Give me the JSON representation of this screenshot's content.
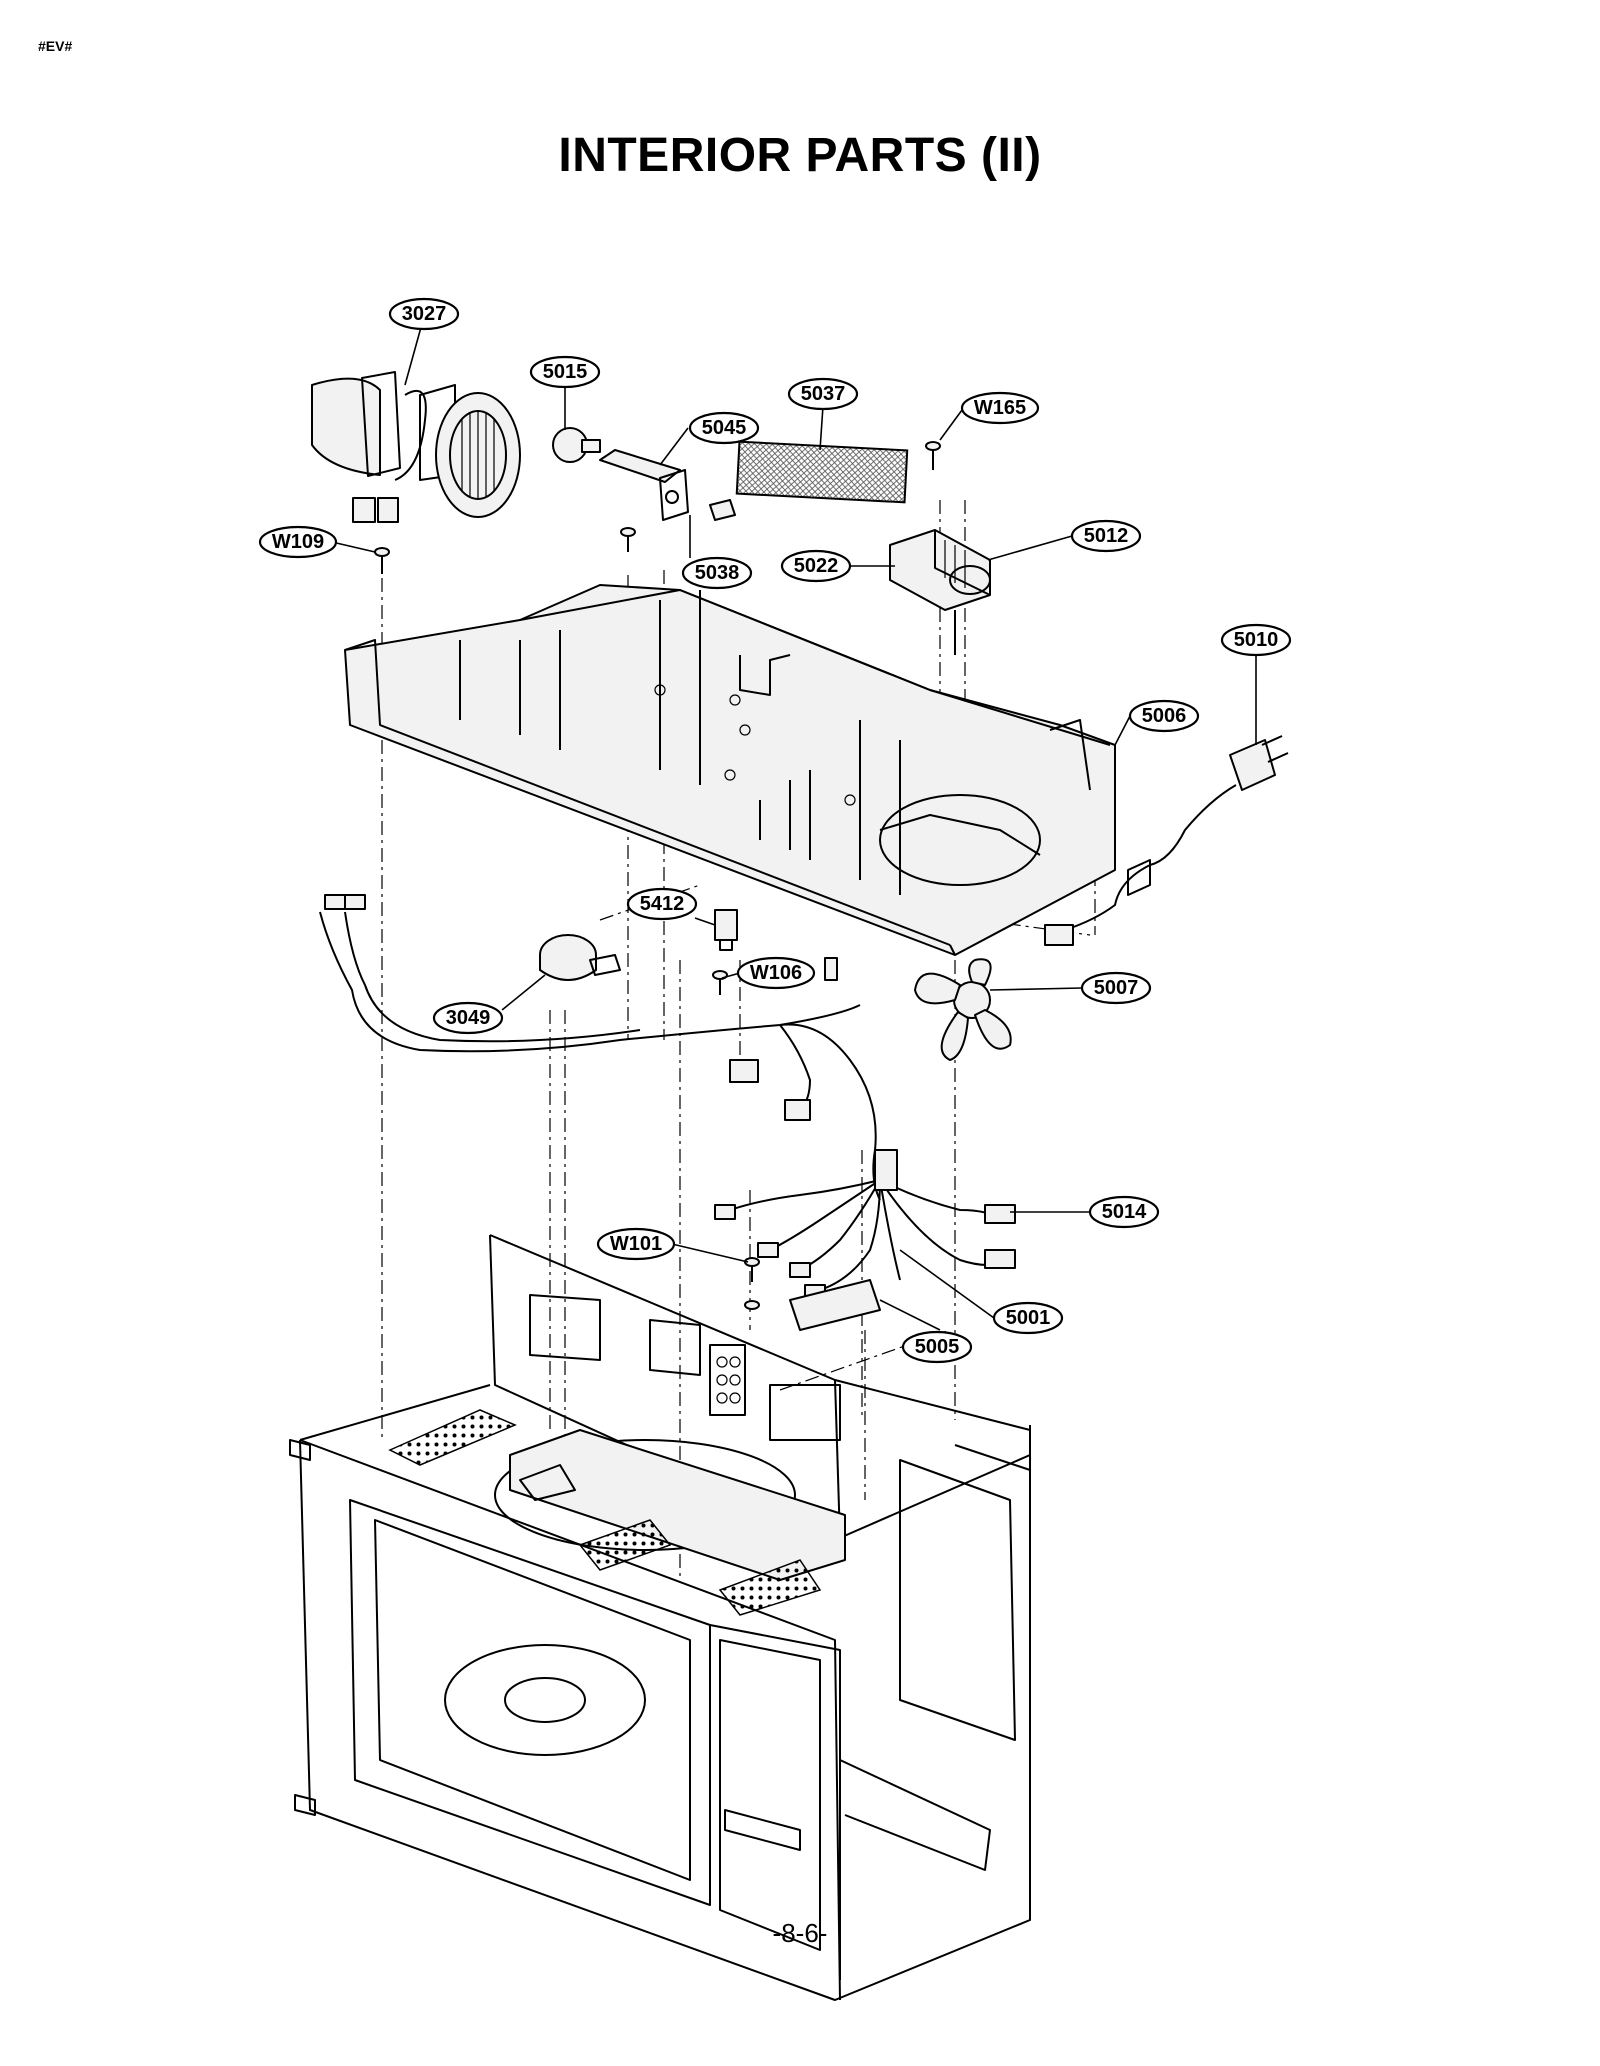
{
  "header": {
    "code": "#EV#"
  },
  "title": "INTERIOR PARTS (II)",
  "footer": {
    "page_number": "-8-6-"
  },
  "callouts": [
    {
      "id": "3027",
      "label": "3027"
    },
    {
      "id": "5015",
      "label": "5015"
    },
    {
      "id": "5037",
      "label": "5037"
    },
    {
      "id": "W165",
      "label": "W165"
    },
    {
      "id": "5045",
      "label": "5045"
    },
    {
      "id": "W109",
      "label": "W109"
    },
    {
      "id": "5012",
      "label": "5012"
    },
    {
      "id": "5022",
      "label": "5022"
    },
    {
      "id": "5038",
      "label": "5038"
    },
    {
      "id": "5010",
      "label": "5010"
    },
    {
      "id": "5006",
      "label": "5006"
    },
    {
      "id": "5412",
      "label": "5412"
    },
    {
      "id": "W106",
      "label": "W106"
    },
    {
      "id": "5007",
      "label": "5007"
    },
    {
      "id": "3049",
      "label": "3049"
    },
    {
      "id": "5014",
      "label": "5014"
    },
    {
      "id": "W101",
      "label": "W101"
    },
    {
      "id": "5001",
      "label": "5001"
    },
    {
      "id": "5005",
      "label": "5005"
    }
  ]
}
